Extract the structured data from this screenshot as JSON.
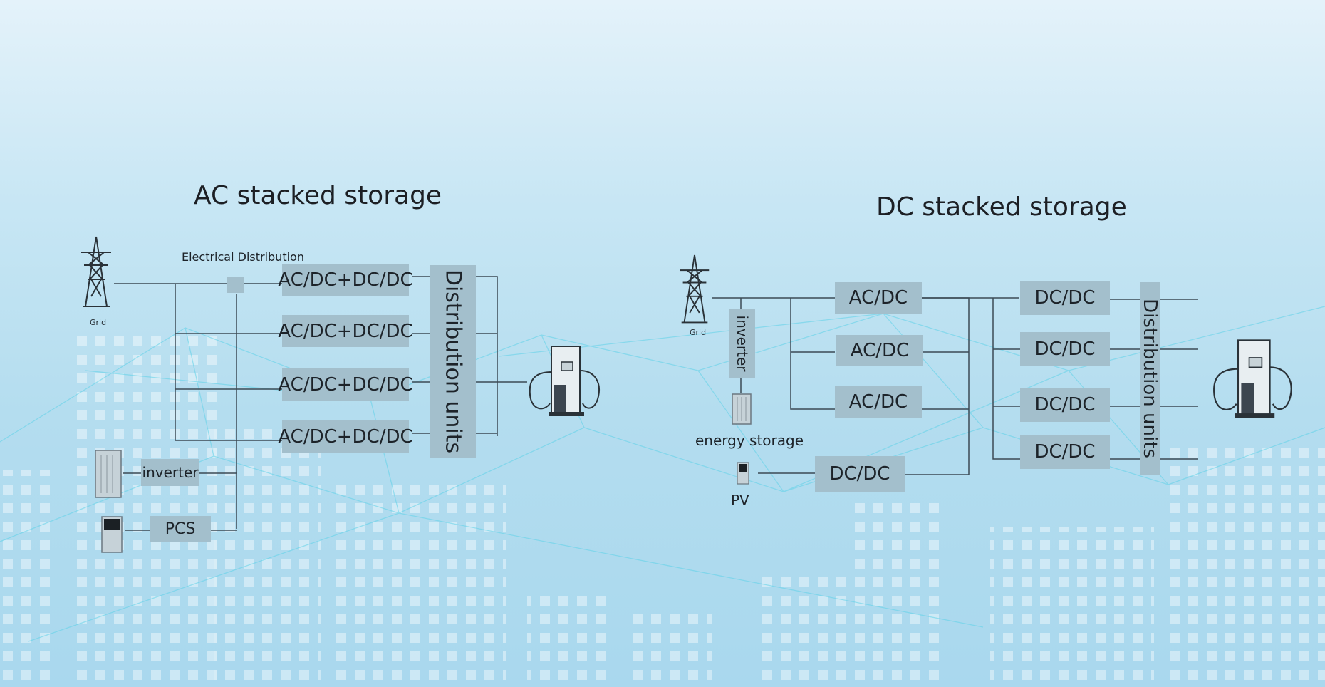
{
  "ac": {
    "title": "AC stacked storage",
    "grid_label": "Grid",
    "electrical_distribution": "Electrical Distribution",
    "converters": [
      "AC/DC+DC/DC",
      "AC/DC+DC/DC",
      "AC/DC+DC/DC",
      "AC/DC+DC/DC"
    ],
    "distribution_units": "Distribution units",
    "inverter": "inverter",
    "pcs": "PCS"
  },
  "dc": {
    "title": "DC stacked storage",
    "grid_label": "Grid",
    "inverter": "inverter",
    "energy_storage": "energy storage",
    "pv": "PV",
    "acdc": [
      "AC/DC",
      "AC/DC",
      "AC/DC"
    ],
    "pv_dcdc": "DC/DC",
    "dcdc": [
      "DC/DC",
      "DC/DC",
      "DC/DC",
      "DC/DC"
    ],
    "distribution_units": "Distribution units"
  },
  "colors": {
    "box": "#a3bfcc",
    "line": "#3c4a55",
    "text": "#1d2329"
  }
}
